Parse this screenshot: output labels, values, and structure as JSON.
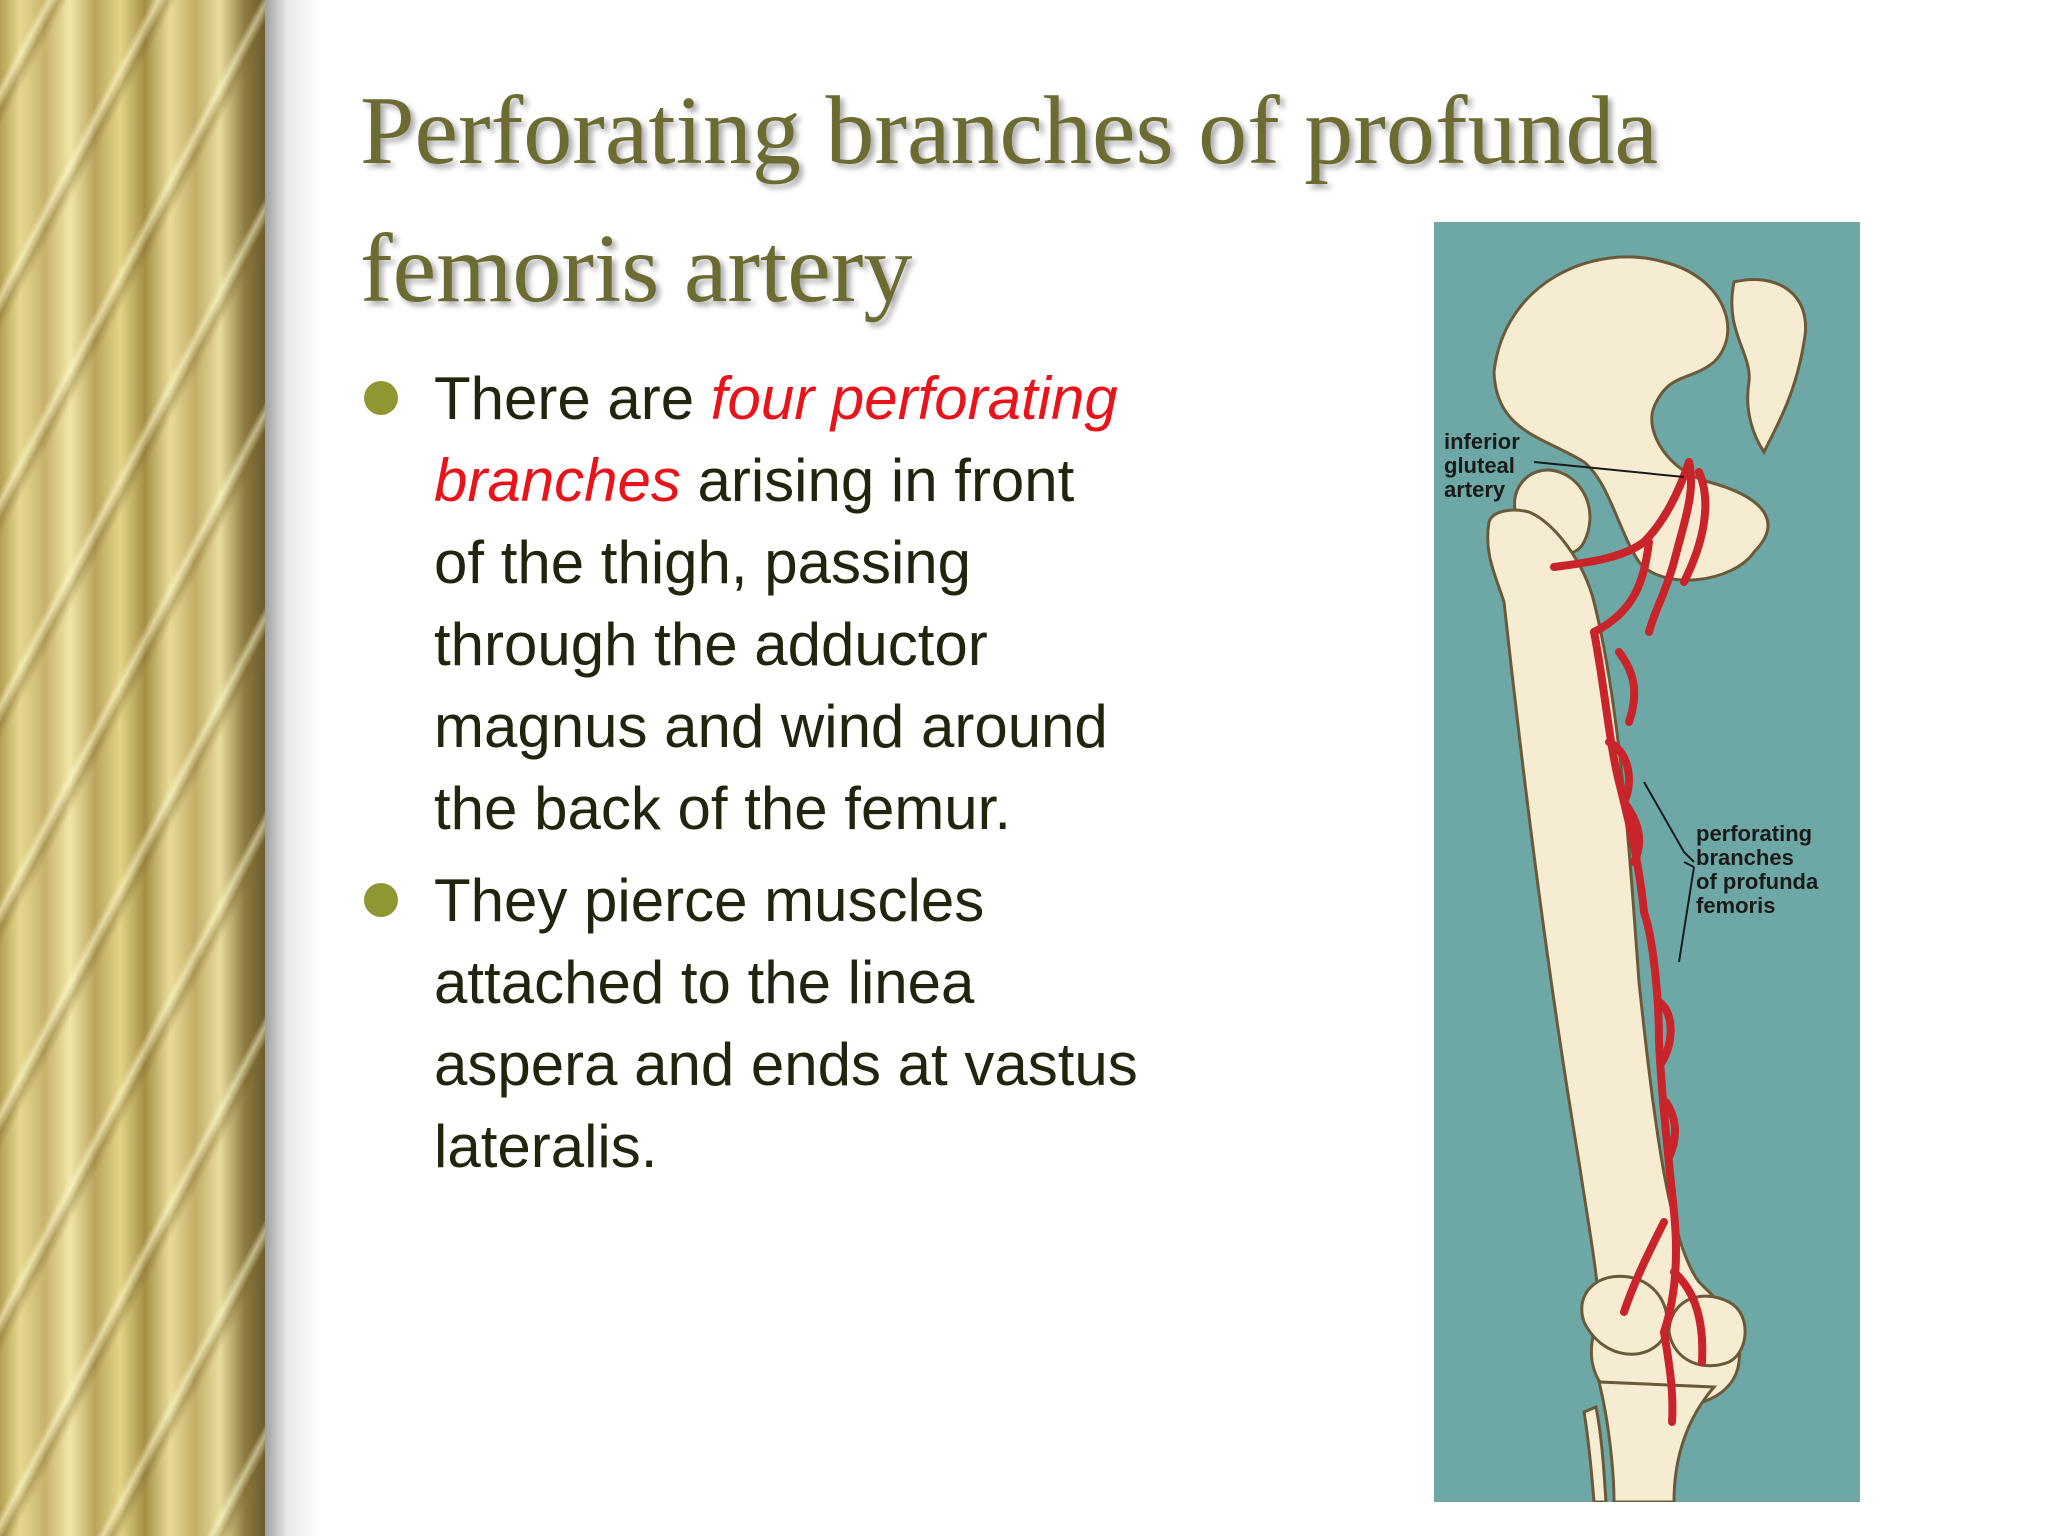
{
  "title": "Perforating branches of profunda femoris artery",
  "bullets": [
    {
      "pre": "There are ",
      "highlight": "four perforating branches",
      "post": " arising in front of the thigh, passing through the adductor magnus and wind around the back of the femur."
    },
    {
      "pre": "They pierce muscles attached to the linea aspera and ends at vastus lateralis.",
      "highlight": "",
      "post": ""
    }
  ],
  "figure": {
    "label_inferior_gluteal": "inferior\ngluteal\nartery",
    "label_perforating": "perforating\nbranches\nof profunda\nfemoris"
  },
  "colors": {
    "title": "#6b6b32",
    "highlight": "#e8141c",
    "bullet_dot": "#8f9632",
    "figure_background": "#6ea8a6",
    "artery": "#c8242a",
    "bone": "#f5ecd2"
  }
}
